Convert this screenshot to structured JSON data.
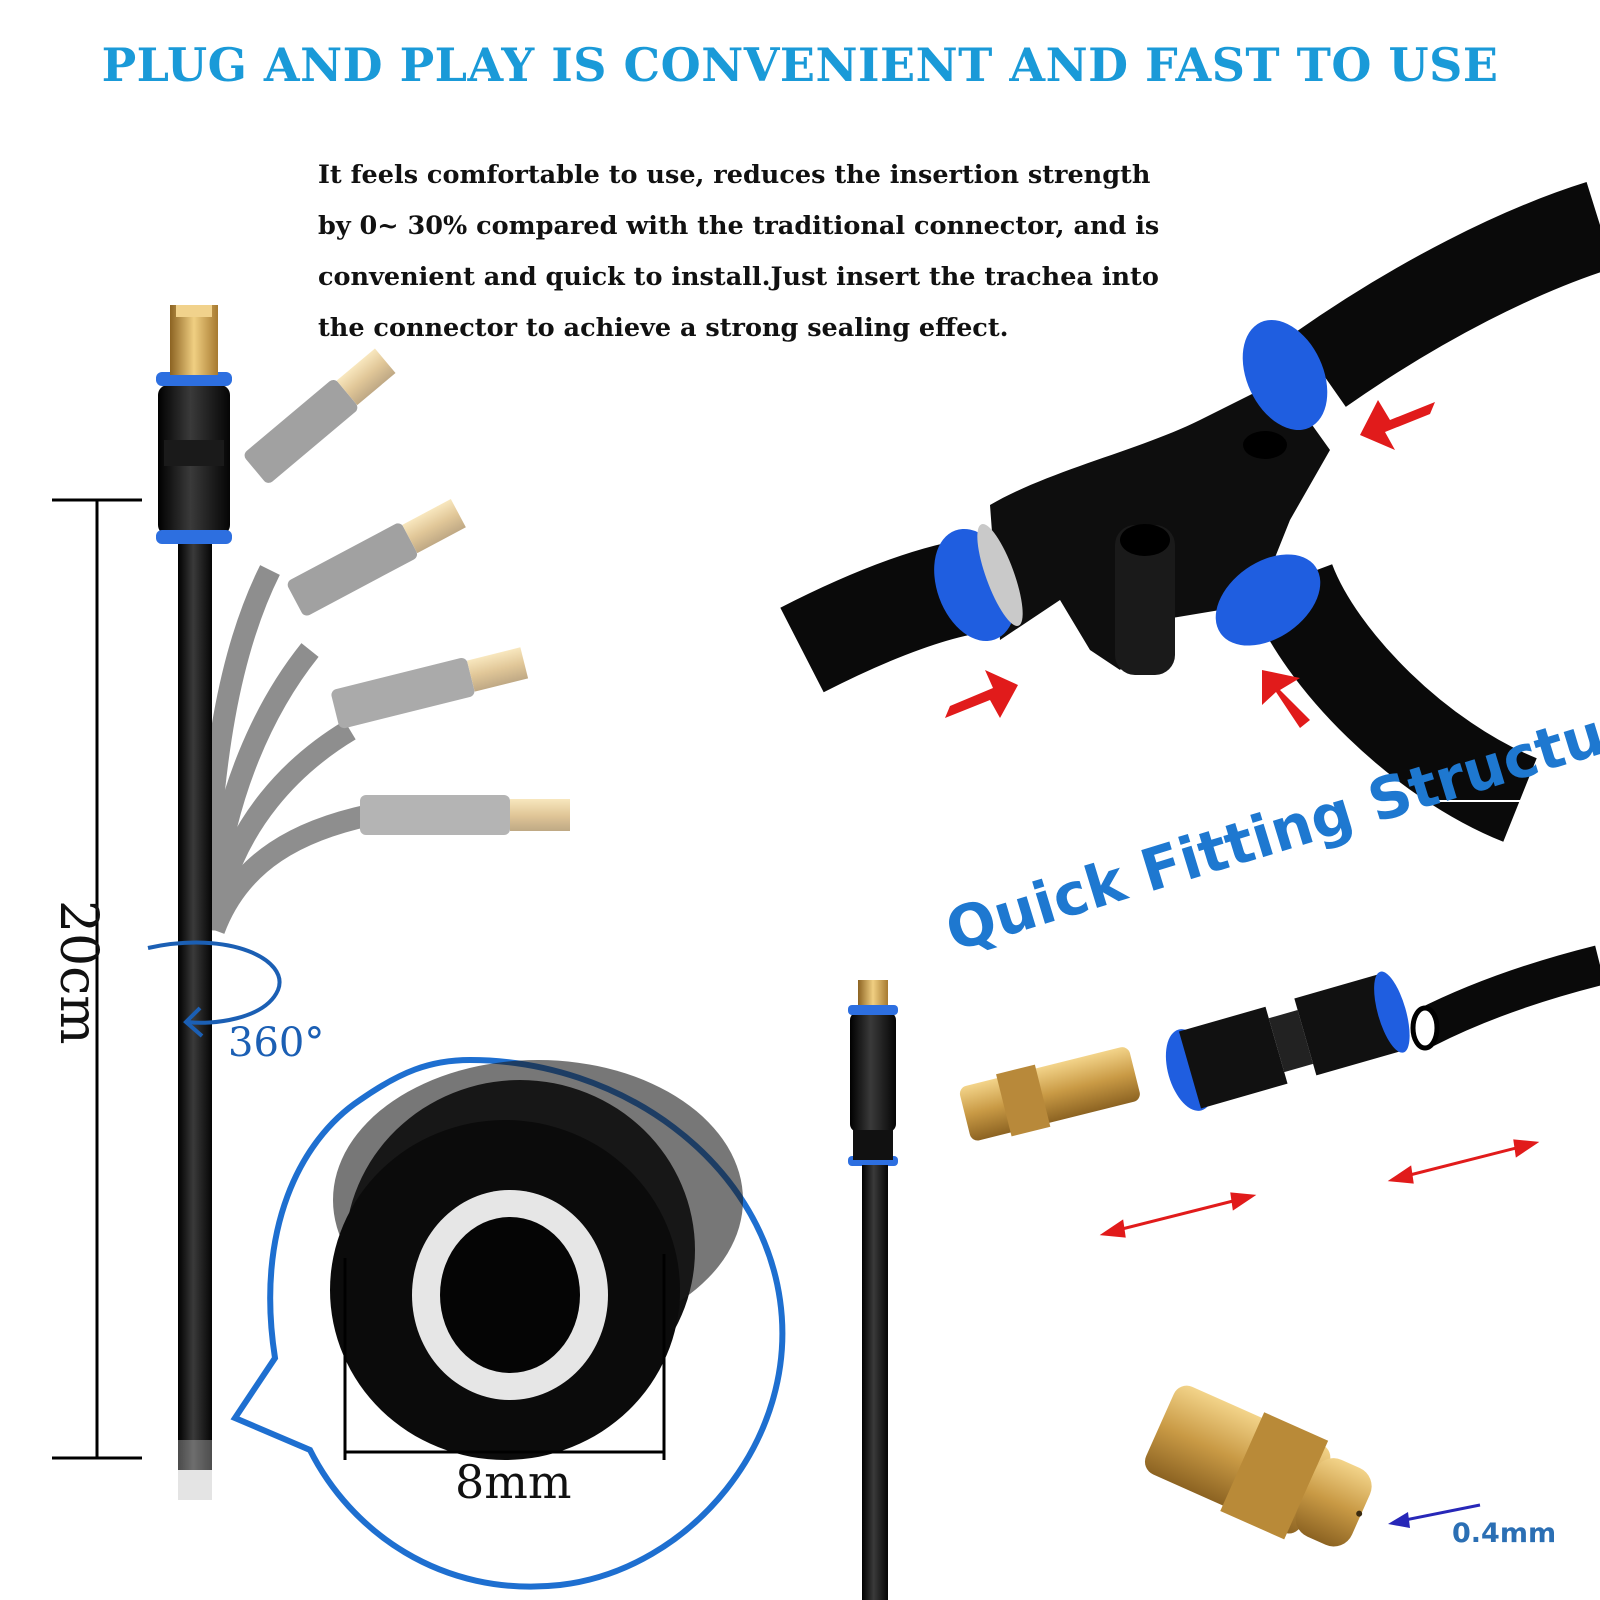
{
  "headline": "PLUG AND PLAY IS CONVENIENT AND FAST TO USE",
  "description": {
    "lines": [
      "It feels comfortable to use, reduces the insertion strength",
      "by 0~ 30% compared with the traditional connector, and is",
      "convenient and quick to install.Just insert the trachea into",
      "the connector to achieve a strong sealing effect."
    ]
  },
  "labels": {
    "length": "20cm",
    "rotation": "360°",
    "diameter": "8mm",
    "structure_title": "Quick Fitting Structure",
    "nozzle_hole": "0.4mm"
  },
  "icons": {
    "rotation": "rotate-arrow-icon",
    "insert_arrows": "red-arrow-icon",
    "double_arrows": "double-arrow-icon"
  },
  "colors": {
    "headline": "#1a9ad8",
    "accent_blue": "#1e6fd0",
    "tube": "#0d0d0d",
    "brass": "#c99a45",
    "arrow_red": "#e11b1b"
  }
}
